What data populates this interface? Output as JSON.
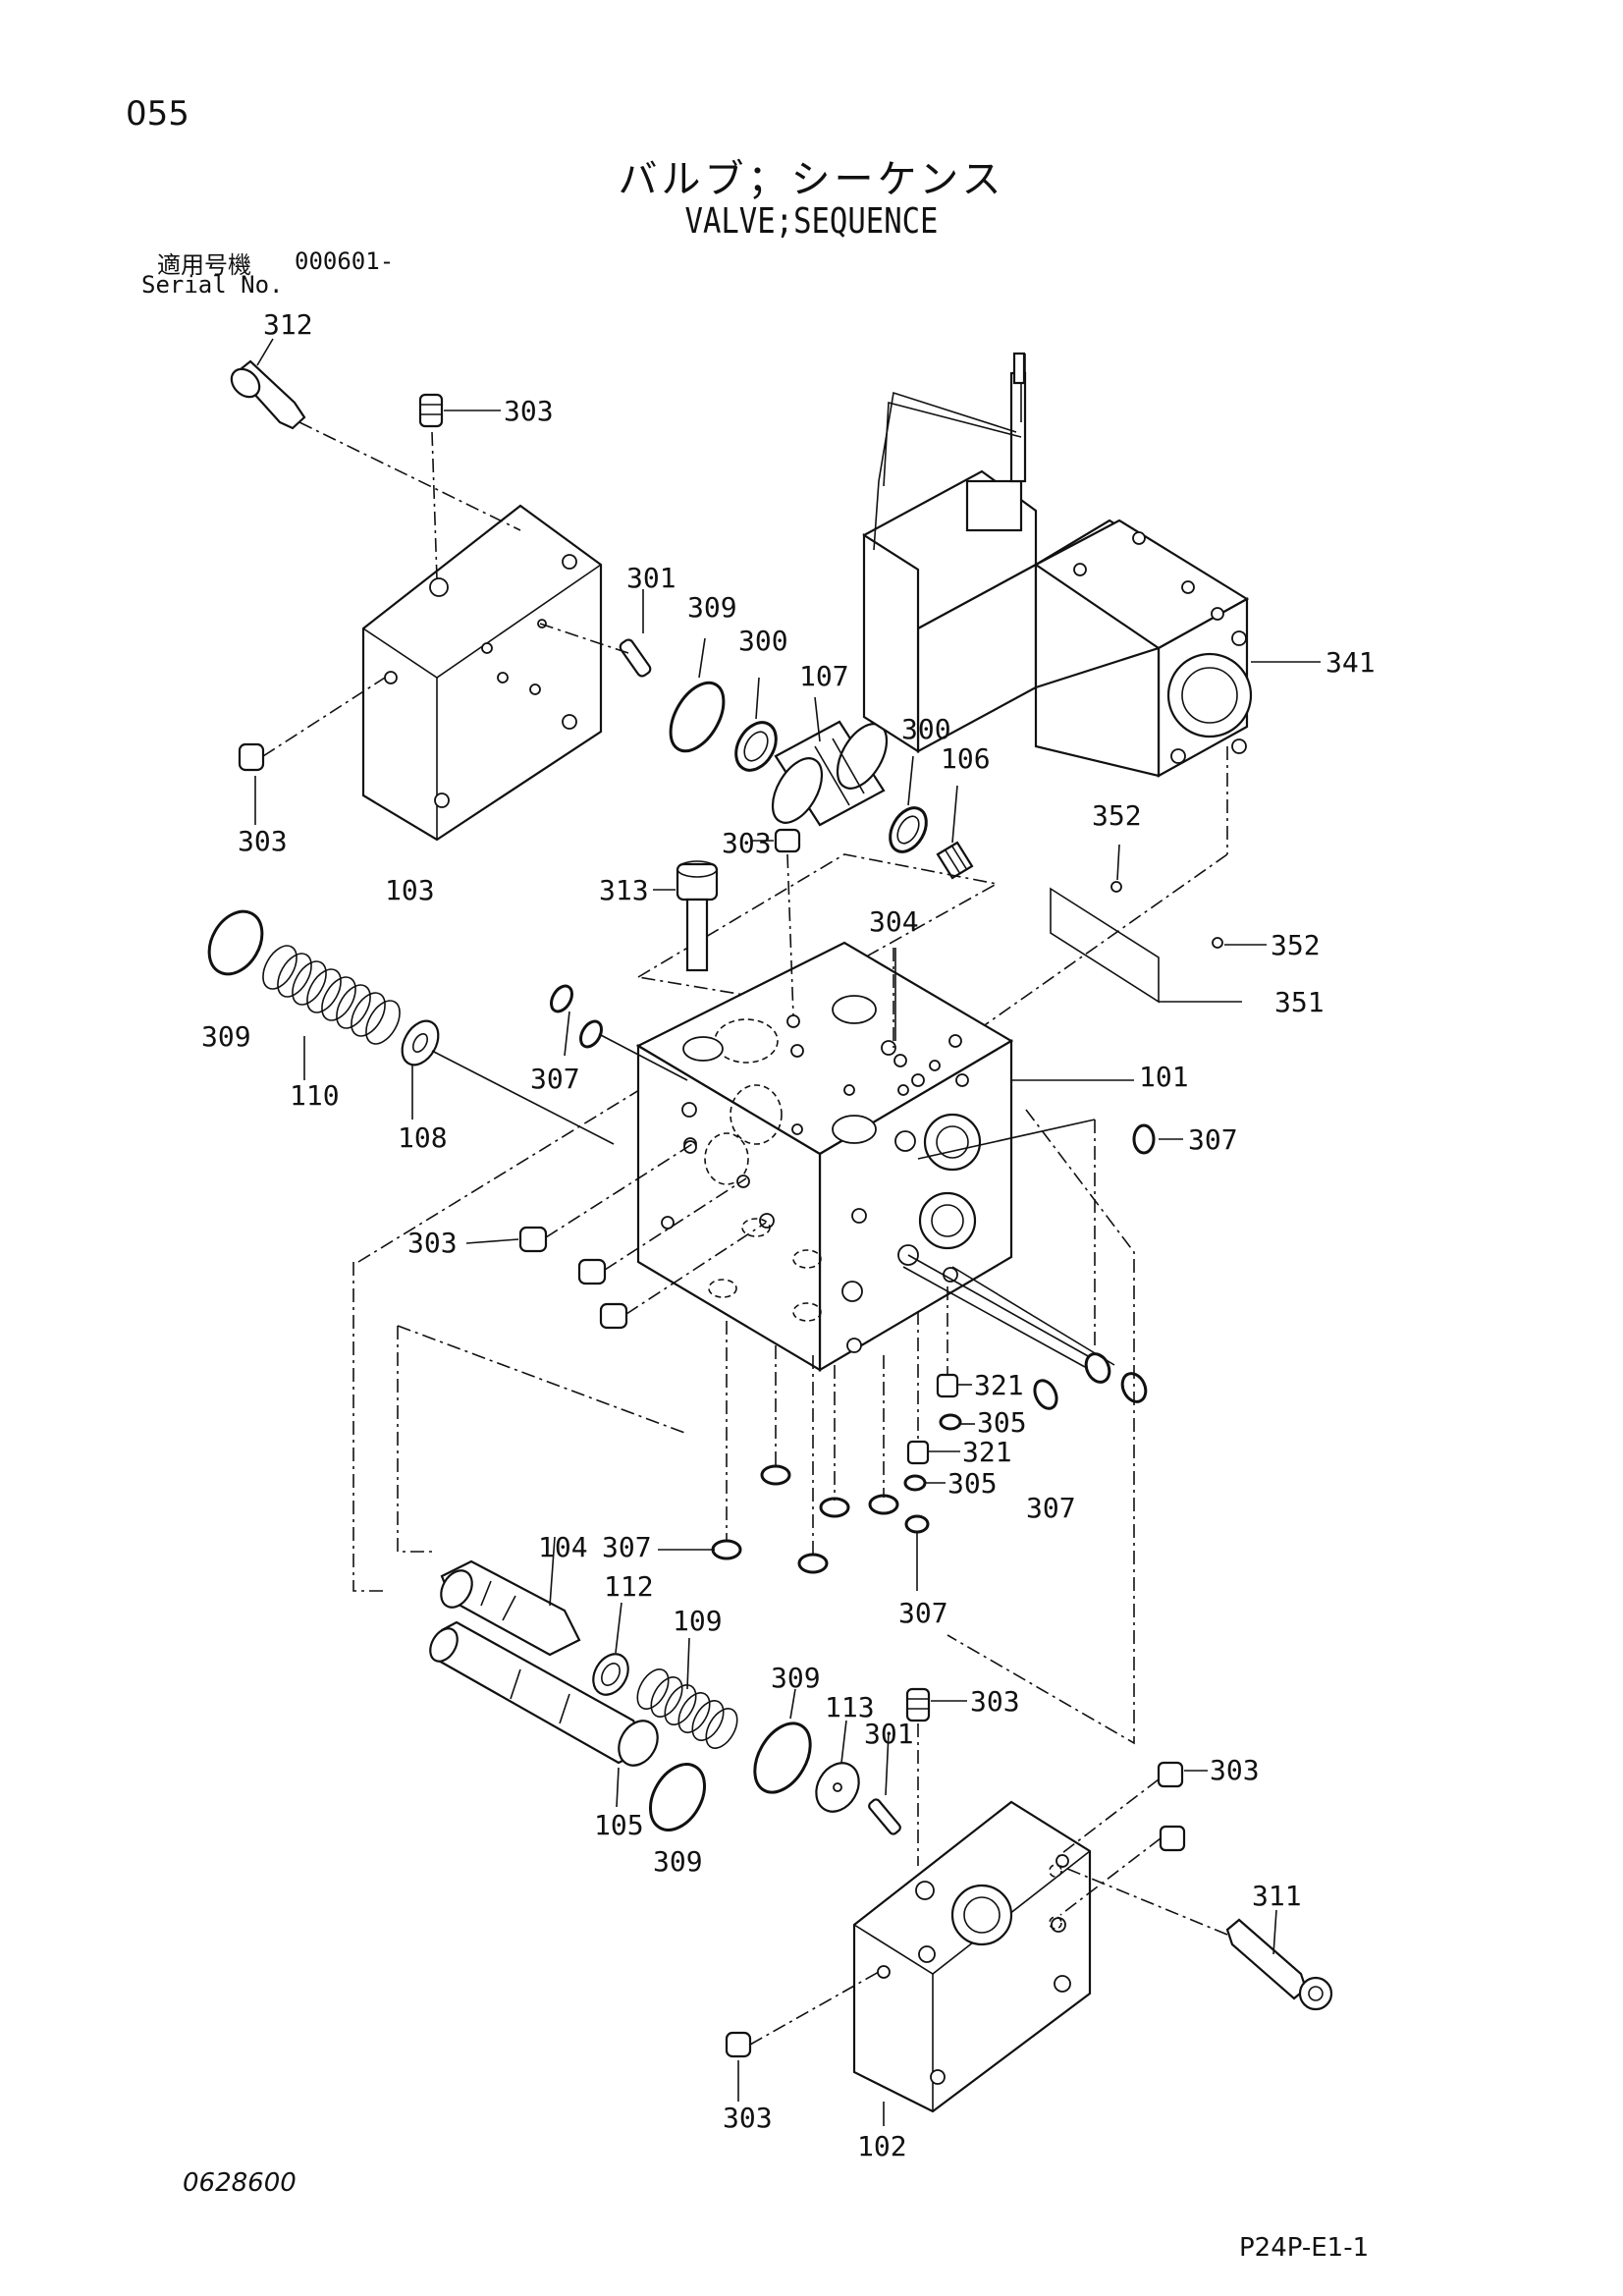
{
  "page_number": "055",
  "title_jp": "バルブ；シーケンス",
  "title_en": "VALVE;SEQUENCE",
  "serial": {
    "label_jp": "適用号機",
    "value": "000601-",
    "label_en": "Serial No."
  },
  "drawing_number": "0628600",
  "page_code": "P24P-E1-1",
  "part_labels": {
    "p312": "312",
    "p303a": "303",
    "p301a": "301",
    "p309a": "309",
    "p300a": "300",
    "p107": "107",
    "p300b": "300",
    "p106": "106",
    "p341": "341",
    "p303b": "303",
    "p103": "103",
    "p303c": "303",
    "p313": "313",
    "p304": "304",
    "p352a": "352",
    "p352b": "352",
    "p351": "351",
    "p309b": "309",
    "p110": "110",
    "p108": "108",
    "p307a": "307",
    "p101": "101",
    "p307b": "307",
    "p303d": "303",
    "p321a": "321",
    "p305a": "305",
    "p321b": "321",
    "p305b": "305",
    "p307c": "307",
    "p104": "104",
    "p307d": "307",
    "p112": "112",
    "p109": "109",
    "p307e": "307",
    "p309c": "309",
    "p113": "113",
    "p301b": "301",
    "p303e": "303",
    "p303f": "303",
    "p105": "105",
    "p309d": "309",
    "p311": "311",
    "p303g": "303",
    "p102": "102"
  }
}
